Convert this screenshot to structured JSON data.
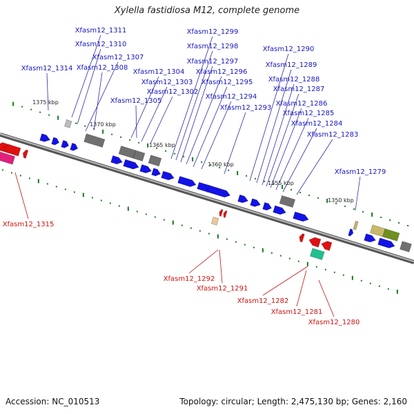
{
  "title": "Xylella fastidiosa M12, complete genome",
  "footer": {
    "accession": "Accession: NC_010513",
    "topology": "Topology: circular; Length: 2,475,130 bp; Genes: 2,160"
  },
  "colors": {
    "forward": "#1212e6",
    "reverse": "#e01010",
    "backbone": "#888888",
    "tick": "#1a7a1a",
    "gray_feature": "#707070"
  },
  "scale_labels": [
    "1375 kbp",
    "1370 kbp",
    "1365 kbp",
    "1360 kbp",
    "1355 kbp",
    "1350 kbp"
  ],
  "forward_genes": [
    "Xfasm12_1311",
    "Xfasm12_1310",
    "Xfasm12_1307",
    "Xfasm12_1308",
    "Xfasm12_1314",
    "Xfasm12_1304",
    "Xfasm12_1303",
    "Xfasm12_1305",
    "Xfasm12_1302",
    "Xfasm12_1299",
    "Xfasm12_1298",
    "Xfasm12_1297",
    "Xfasm12_1296",
    "Xfasm12_1295",
    "Xfasm12_1294",
    "Xfasm12_1293",
    "Xfasm12_1290",
    "Xfasm12_1289",
    "Xfasm12_1288",
    "Xfasm12_1287",
    "Xfasm12_1286",
    "Xfasm12_1285",
    "Xfasm12_1284",
    "Xfasm12_1283",
    "Xfasm12_1279"
  ],
  "reverse_genes": [
    "Xfasm12_1315",
    "Xfasm12_1292",
    "Xfasm12_1291",
    "Xfasm12_1282",
    "Xfasm12_1281",
    "Xfasm12_1280"
  ]
}
